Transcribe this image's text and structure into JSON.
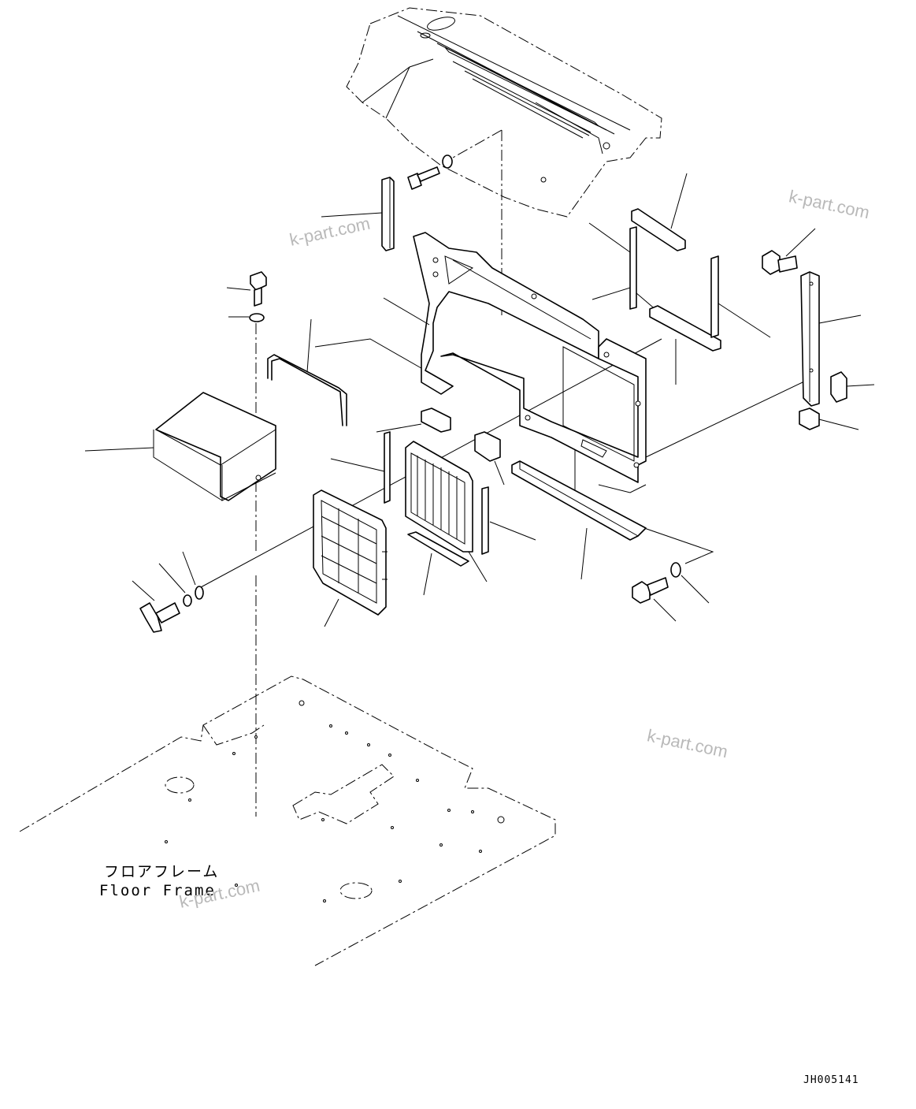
{
  "caption": {
    "japanese": "フロアフレーム",
    "english": "Floor Frame"
  },
  "watermarks": [
    "k-part.com",
    "k-part.com",
    "k-part.com",
    "k-part.com"
  ],
  "drawing_code": "JH005141",
  "colors": {
    "line": "#000000",
    "background": "#ffffff",
    "watermark": "#b9b9b9"
  }
}
